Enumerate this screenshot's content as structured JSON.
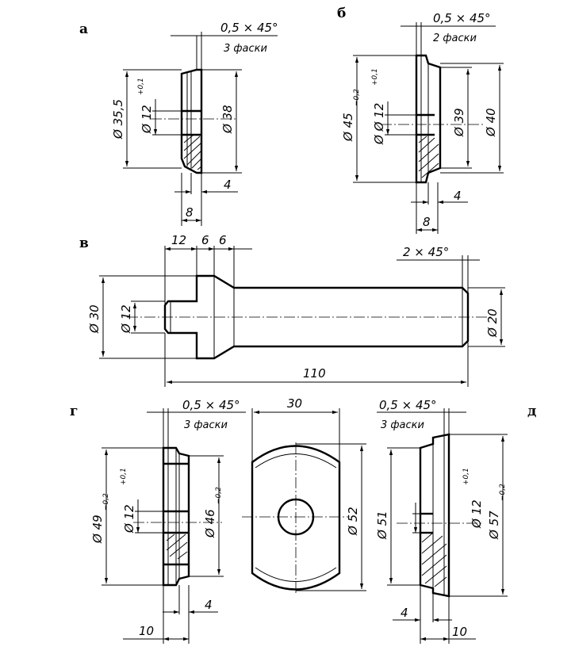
{
  "views": {
    "a": {
      "label": "а",
      "chamfer": "0,5 × 45°",
      "chamfer_note": "3 фаски",
      "d_outer": "Ø 35,5",
      "d_bore": "Ø 12",
      "d_bore_tol": "+0,1",
      "d_flange": "Ø 38",
      "dim_4": "4",
      "dim_8": "8"
    },
    "b": {
      "label": "б",
      "chamfer": "0,5 × 45°",
      "chamfer_note": "2 фаски",
      "d_outer": "Ø 45",
      "d_outer_tol": "−0,2",
      "d_bore": "Ø Ø 12",
      "d_bore_tol": "+0,1",
      "d_39": "Ø 39",
      "d_40": "Ø 40",
      "dim_4": "4",
      "dim_8": "8"
    },
    "v": {
      "label": "в",
      "dim_12": "12",
      "dim_6a": "6",
      "dim_6b": "6",
      "chamfer": "2 × 45°",
      "d_30": "Ø 30",
      "d_12": "Ø 12",
      "d_20": "Ø 20",
      "length": "110"
    },
    "g": {
      "label": "г",
      "chamfer": "0,5 × 45°",
      "chamfer_note": "3 фаски",
      "d_outer": "Ø 49",
      "d_outer_tol": "−0,2",
      "d_bore": "Ø 12",
      "d_bore_tol": "+0,1",
      "d_46": "Ø 46",
      "d_46_tol": "−0,2",
      "dim_4": "4",
      "dim_10": "10"
    },
    "mid": {
      "width": "30",
      "d_52": "Ø 52"
    },
    "d": {
      "label": "д",
      "chamfer": "0,5 × 45°",
      "chamfer_note": "3 фаски",
      "d_51": "Ø 51",
      "d_bore": "Ø 12",
      "d_bore_tol": "+0,1",
      "d_57": "Ø 57",
      "d_57_tol": "−0,2",
      "dim_4": "4",
      "dim_10": "10"
    }
  }
}
